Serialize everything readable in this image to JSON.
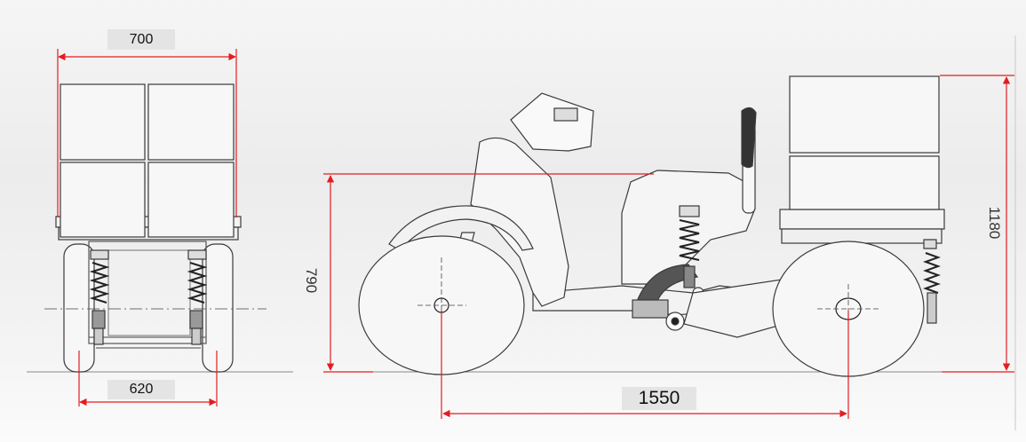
{
  "dimensions": {
    "top_width": "700",
    "wheel_track": "620",
    "seat_height": "790",
    "wheelbase": "1550",
    "overall_height": "1180"
  },
  "colors": {
    "dimension_line": "#e41c22",
    "outline": "#3a3a3a",
    "body_fill": "#f7f7f7"
  }
}
